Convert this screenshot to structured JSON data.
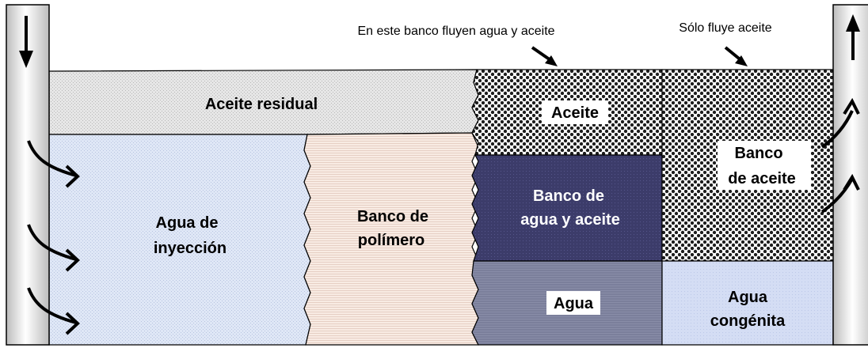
{
  "annotations": {
    "both_flow": "En este banco fluyen agua y aceite",
    "oil_only": "Sólo fluye aceite"
  },
  "zones": {
    "residual_oil": {
      "line1": "Aceite residual"
    },
    "injection_water": {
      "line1": "Agua de",
      "line2": "inyección"
    },
    "polymer_bank": {
      "line1": "Banco de",
      "line2": "polímero"
    },
    "oil": {
      "line1": "Aceite"
    },
    "water_oil_bank": {
      "line1": "Banco de",
      "line2": "agua y aceite"
    },
    "water": {
      "line1": "Agua"
    },
    "oil_bank": {
      "line1": "Banco",
      "line2": "de aceite"
    },
    "connate_water": {
      "line1": "Agua",
      "line2": "congénita"
    }
  },
  "colors": {
    "injection_water": "#dde6f5",
    "polymer_bank": "#f7e8e0",
    "residual_oil": "#e0e0e0",
    "water_oil_bank": "#3d3d6b",
    "water": "#7a7f9a",
    "connate_water": "#d2dcf4",
    "oil_pattern": "#222222",
    "well": "#e8e8e8"
  },
  "icons": {
    "injector_arrow": "arrow-down-icon",
    "producer_arrow": "arrow-up-icon"
  }
}
